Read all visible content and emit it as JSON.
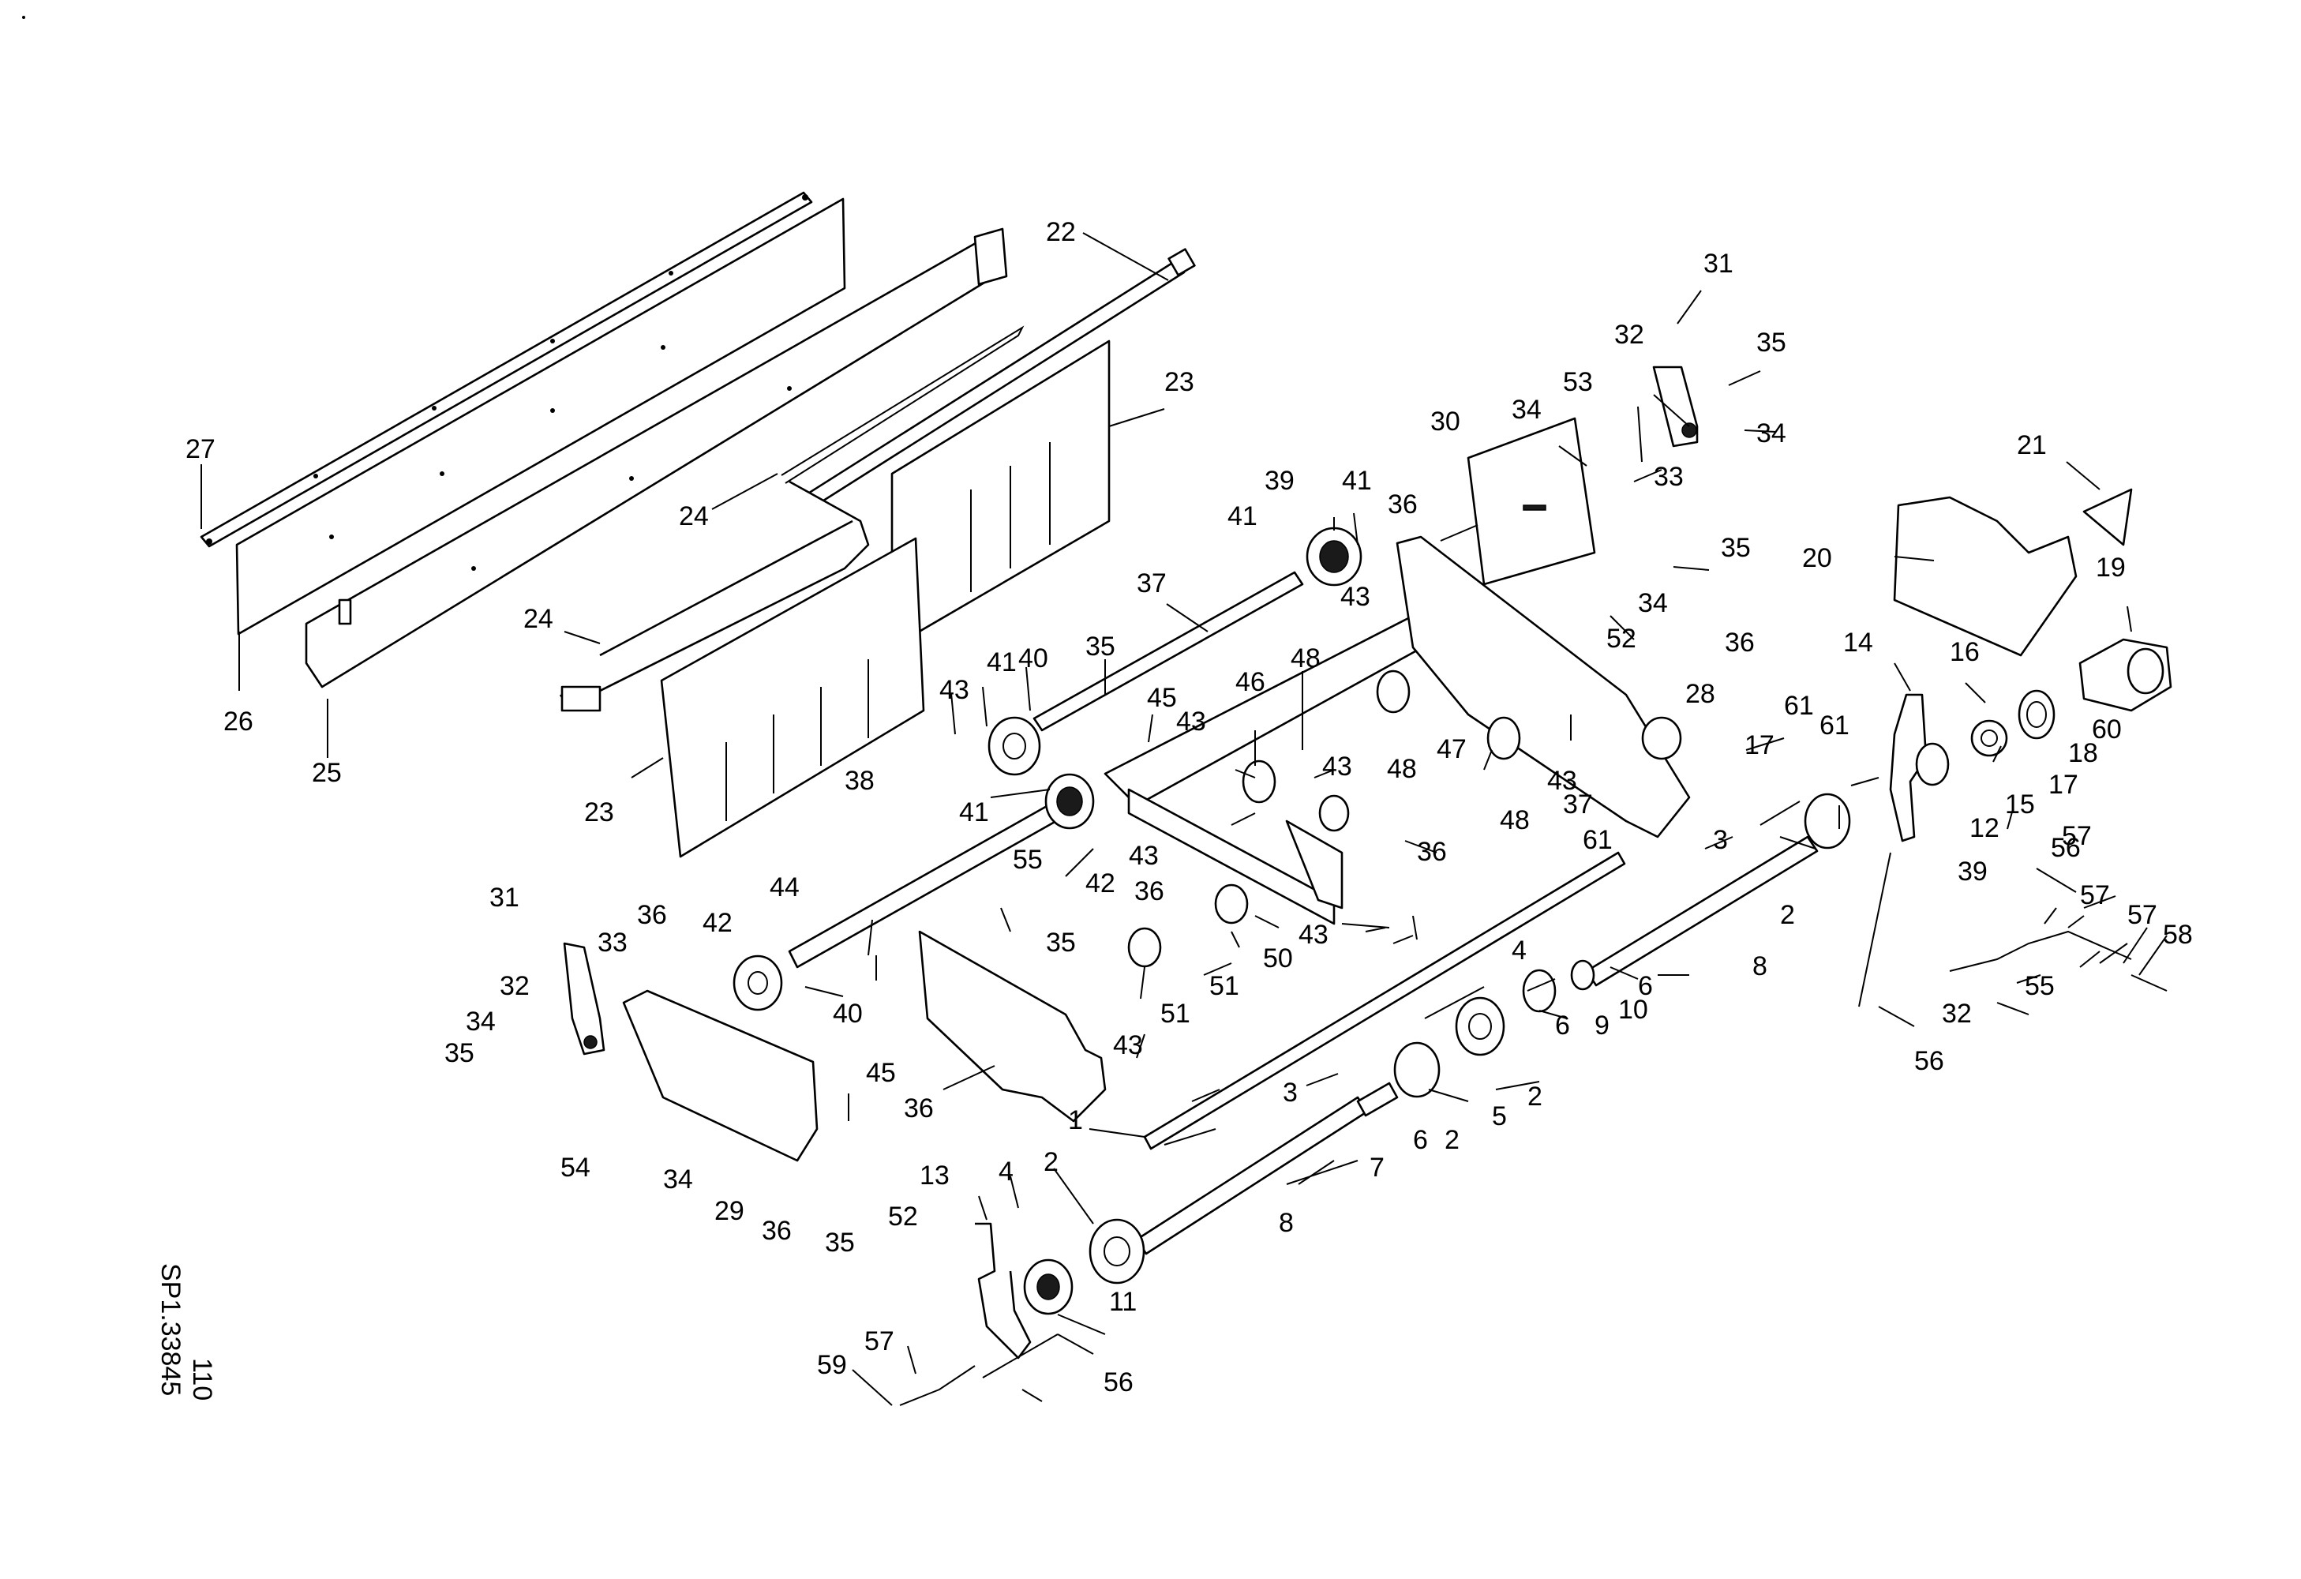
{
  "drawing": {
    "page_number": "110",
    "drawing_number": "SP1.33845"
  },
  "callouts": [
    "1",
    "2",
    "2",
    "2",
    "2",
    "3",
    "3",
    "4",
    "4",
    "5",
    "6",
    "6",
    "6",
    "7",
    "8",
    "8",
    "9",
    "10",
    "11",
    "12",
    "13",
    "14",
    "15",
    "16",
    "17",
    "17",
    "18",
    "19",
    "20",
    "21",
    "22",
    "23",
    "23",
    "24",
    "24",
    "25",
    "26",
    "27",
    "28",
    "29",
    "30",
    "31",
    "31",
    "32",
    "32",
    "32",
    "33",
    "33",
    "34",
    "34",
    "34",
    "34",
    "34",
    "35",
    "35",
    "35",
    "35",
    "35",
    "35",
    "36",
    "36",
    "36",
    "36",
    "36",
    "36",
    "36",
    "37",
    "37",
    "38",
    "39",
    "39",
    "40",
    "40",
    "41",
    "41",
    "41",
    "41",
    "42",
    "42",
    "43",
    "43",
    "43",
    "43",
    "43",
    "43",
    "43",
    "43",
    "44",
    "45",
    "45",
    "46",
    "47",
    "48",
    "48",
    "48",
    "50",
    "51",
    "51",
    "52",
    "52",
    "53",
    "54",
    "55",
    "55",
    "56",
    "56",
    "56",
    "57",
    "57",
    "57",
    "57",
    "58",
    "59",
    "60",
    "61",
    "61",
    "61"
  ]
}
